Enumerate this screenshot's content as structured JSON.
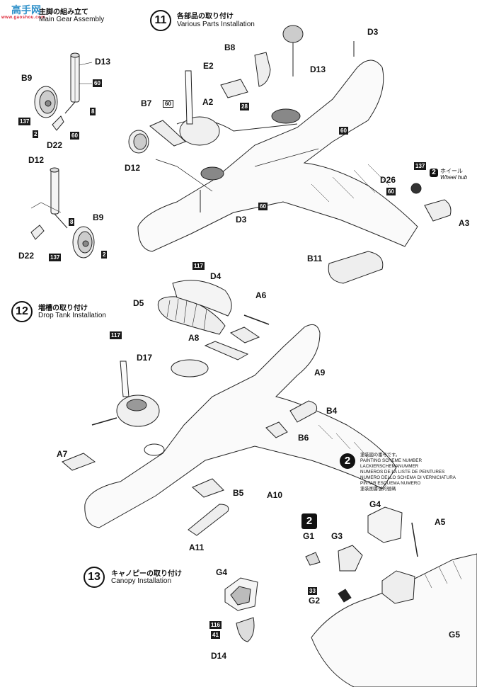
{
  "watermark": {
    "text": "高手网",
    "url_text": "www.gaoshou.com"
  },
  "sections": {
    "main_gear": {
      "title_jp": "主脚の組み立て",
      "title_en": "Main Gear Assembly"
    },
    "step11": {
      "number": "11",
      "title_jp": "各部品の取り付け",
      "title_en": "Various Parts Installation"
    },
    "step12": {
      "number": "12",
      "title_jp": "増槽の取り付け",
      "title_en": "Drop Tank Installation"
    },
    "step13": {
      "number": "13",
      "title_jp": "キャノピーの取り付け",
      "title_en": "Canopy Installation"
    }
  },
  "wheel_hub": {
    "jp": "ホイール",
    "en": "Wheel hub",
    "color_no": "2"
  },
  "painting_scheme": {
    "marker": "2",
    "lines": [
      "塗装図の番号です。",
      "PAINTING SCHEME NUMBER",
      "LACKIERSCHEMANUMMER",
      "NUMEROS DE LA LISTE DE PEINTURES",
      "NUMERO DELLO SCHEMA DI VERNICIATURA",
      "PINTAR ESQUEMA NUMERO",
      "塗装图書號的號碼"
    ],
    "cockpit_marker": "2"
  },
  "parts": {
    "gear_D13": "D13",
    "gear_B9": "B9",
    "gear_D22": "D22",
    "gear_D12": "D12",
    "gear_B9b": "B9",
    "gear_D22b": "D22",
    "s11_B8": "B8",
    "s11_E2": "E2",
    "s11_A2": "A2",
    "s11_B7": "B7",
    "s11_D12": "D12",
    "s11_D13": "D13",
    "s11_D3": "D3",
    "s11_D3b": "D3",
    "s11_D26": "D26",
    "s11_A3": "A3",
    "s11_B11": "B11",
    "s12_D4": "D4",
    "s12_D5": "D5",
    "s12_A6": "A6",
    "s12_A8": "A8",
    "s12_D17": "D17",
    "s12_A9": "A9",
    "s12_B4": "B4",
    "s12_B6": "B6",
    "s12_A7": "A7",
    "s12_B5": "B5",
    "s12_A10": "A10",
    "s12_A11": "A11",
    "s13_G4": "G4",
    "s13_D14": "D14",
    "c_G4": "G4",
    "c_A5": "A5",
    "c_G1": "G1",
    "c_G3": "G3",
    "c_G2": "G2",
    "c_G5": "G5"
  },
  "colors": {
    "c60a": "60",
    "c8a": "8",
    "c137a": "137",
    "c2a": "2",
    "c60b": "60",
    "c8b": "8",
    "c137b": "137",
    "c2b": "2",
    "c60c": "60",
    "c28": "28",
    "c60d": "60",
    "c60e": "60",
    "c137c": "137",
    "c60f": "60",
    "c117a": "117",
    "c117b": "117",
    "c33": "33",
    "c116": "116",
    "c41": "41"
  }
}
